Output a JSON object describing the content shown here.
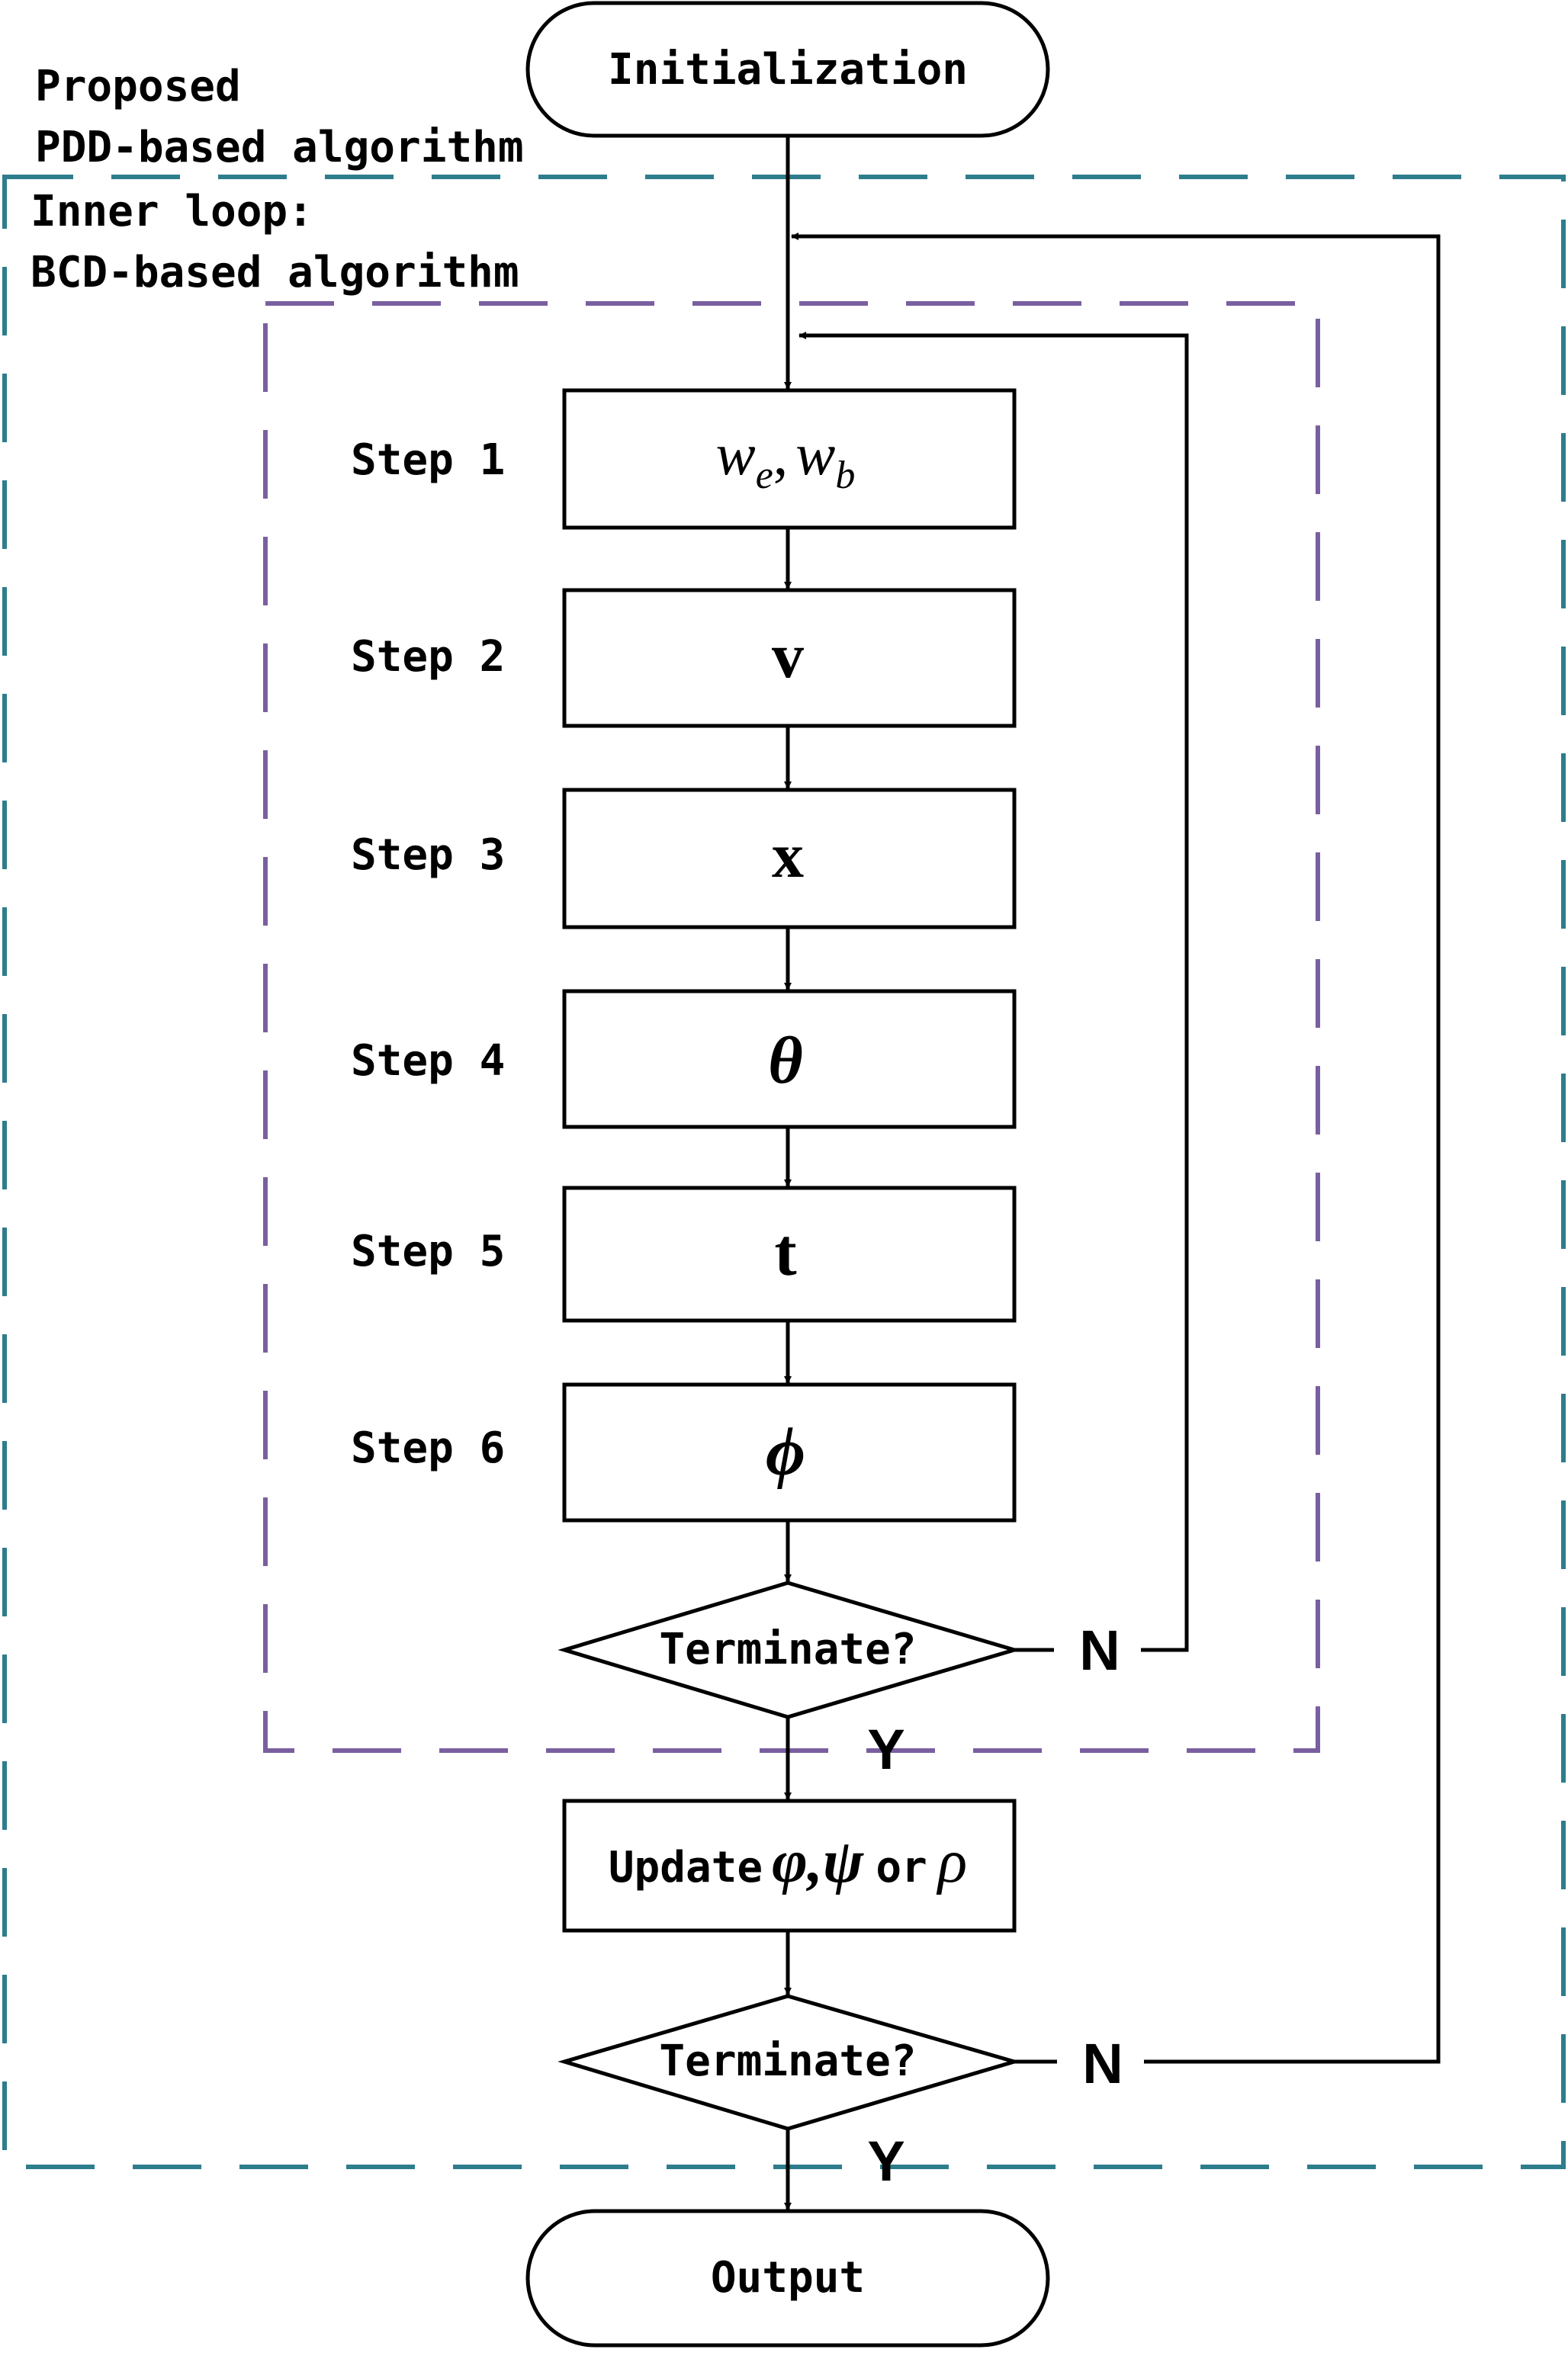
{
  "colors": {
    "outer_loop_border": "#2e7d8c",
    "inner_loop_border": "#7a5fa0",
    "stroke": "#000000",
    "background": "#ffffff"
  },
  "labels": {
    "outer_loop_title_line1": "Proposed",
    "outer_loop_title_line2": "PDD-based algorithm",
    "inner_loop_title_line1": "Inner loop:",
    "inner_loop_title_line2": "BCD-based algorithm"
  },
  "start_node": "Initialization",
  "end_node": "Output",
  "steps": [
    {
      "label": "Step 1",
      "content": "w_e, w_b"
    },
    {
      "label": "Step 2",
      "content": "v"
    },
    {
      "label": "Step 3",
      "content": "x"
    },
    {
      "label": "Step 4",
      "content": "θ"
    },
    {
      "label": "Step 5",
      "content": "t"
    },
    {
      "label": "Step 6",
      "content": "ϕ"
    }
  ],
  "math": {
    "w": "w",
    "sub_e": "e",
    "sub_b": "b",
    "comma": ",",
    "v": "v",
    "x": "x",
    "theta": "θ",
    "t": "t",
    "phi": "ϕ"
  },
  "inner_decision": {
    "text": "Terminate?",
    "no": "N",
    "yes": "Y"
  },
  "update_box": {
    "prefix": "Update",
    "symbols": "φ,ψ",
    "or": "or",
    "rho": "ρ"
  },
  "outer_decision": {
    "text": "Terminate?",
    "no": "N",
    "yes": "Y"
  }
}
